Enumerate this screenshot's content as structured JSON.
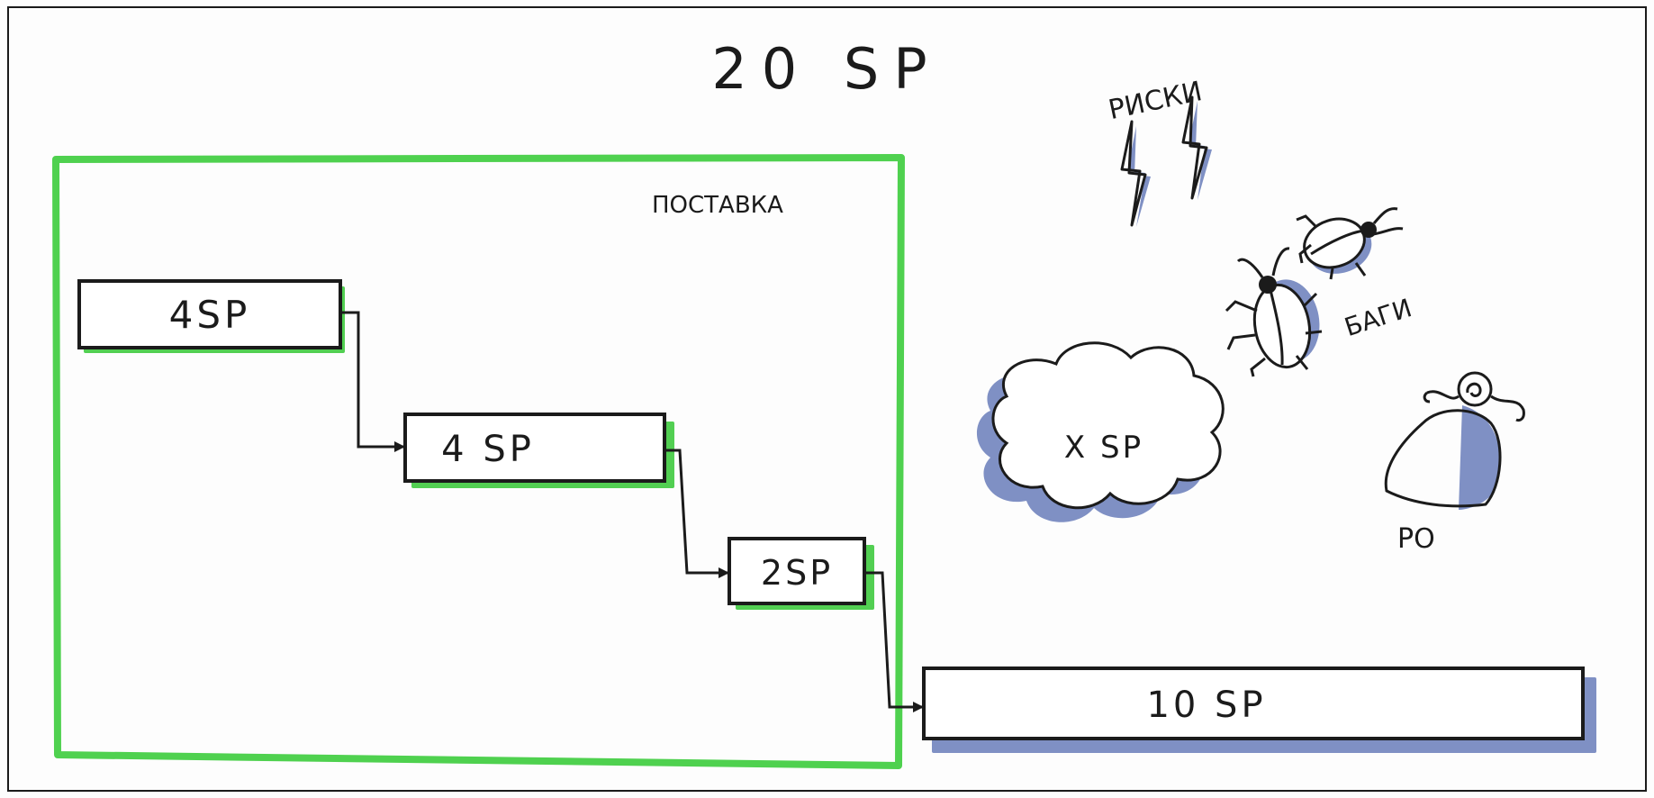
{
  "title": "20 SP",
  "delivery_label": "ПОСТАВКА",
  "risks_label": "РИСКИ",
  "bugs_label": "БАГИ",
  "po_label": "PO",
  "unknown_label": "X SP",
  "tasks": [
    {
      "label": "4SP"
    },
    {
      "label": "4 SP"
    },
    {
      "label": "2SP"
    },
    {
      "label": "10 SP"
    }
  ],
  "colors": {
    "delivery_frame": "#4fd14f",
    "green_shadow": "#52cf52",
    "blue_shadow": "#7f90c4",
    "ink": "#1b1b1b"
  }
}
